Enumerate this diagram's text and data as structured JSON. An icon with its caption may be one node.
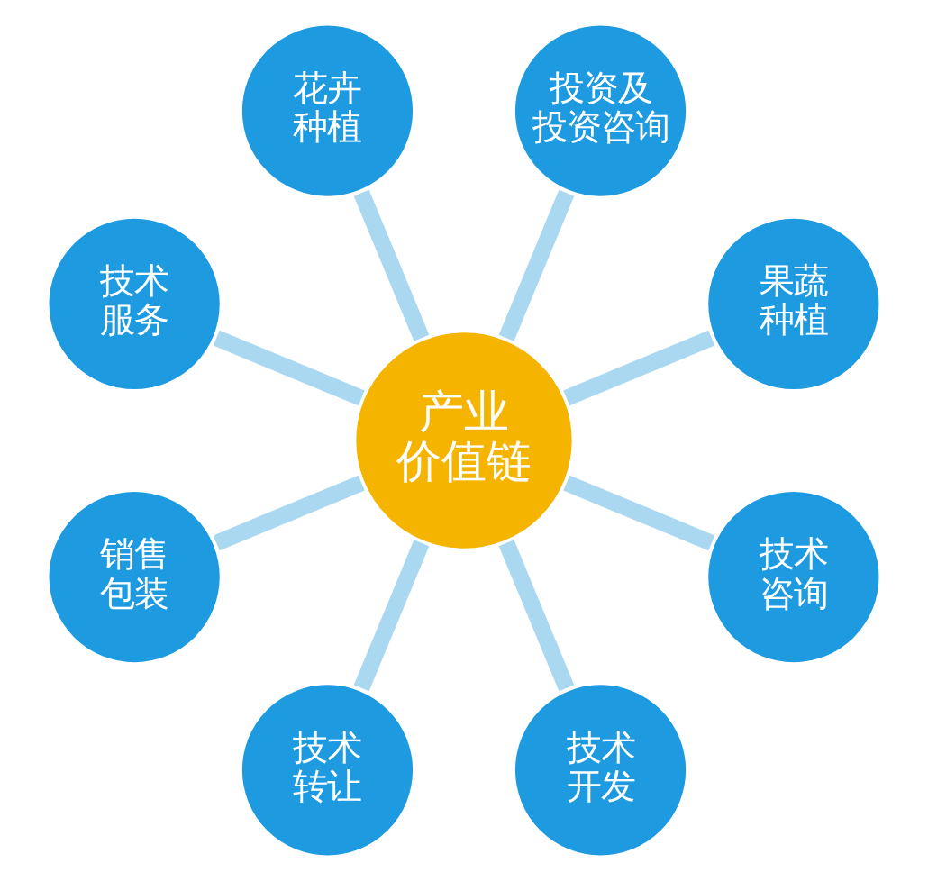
{
  "diagram": {
    "nodes": [
      {
        "text": [
          "产业价值链"
        ]
      },
      {
        "text": [
          "果蔬种植"
        ]
      },
      {
        "text": [
          "投资及投资咨询"
        ]
      },
      {
        "text": [
          "花卉种植"
        ]
      },
      {
        "text": [
          "技术服务"
        ]
      },
      {
        "text": [
          "销售包装"
        ]
      },
      {
        "text": [
          "技术转让"
        ]
      },
      {
        "text": [
          "技术开发"
        ]
      },
      {
        "text": [
          "技术咨询"
        ]
      }
    ],
    "edges": [
      {
        "from": 0,
        "to": 1,
        "arrow": "none"
      },
      {
        "from": 0,
        "to": 3,
        "arrow": "none"
      },
      {
        "from": 0,
        "to": 5,
        "arrow": "none"
      },
      {
        "from": 0,
        "to": 7,
        "arrow": "none"
      },
      {
        "from": 0,
        "to": 8,
        "arrow": "none"
      },
      {
        "from": 0,
        "to": 6,
        "arrow": "none"
      },
      {
        "from": 0,
        "to": 4,
        "arrow": "none"
      },
      {
        "from": 0,
        "to": 2,
        "arrow": "none"
      }
    ]
  }
}
